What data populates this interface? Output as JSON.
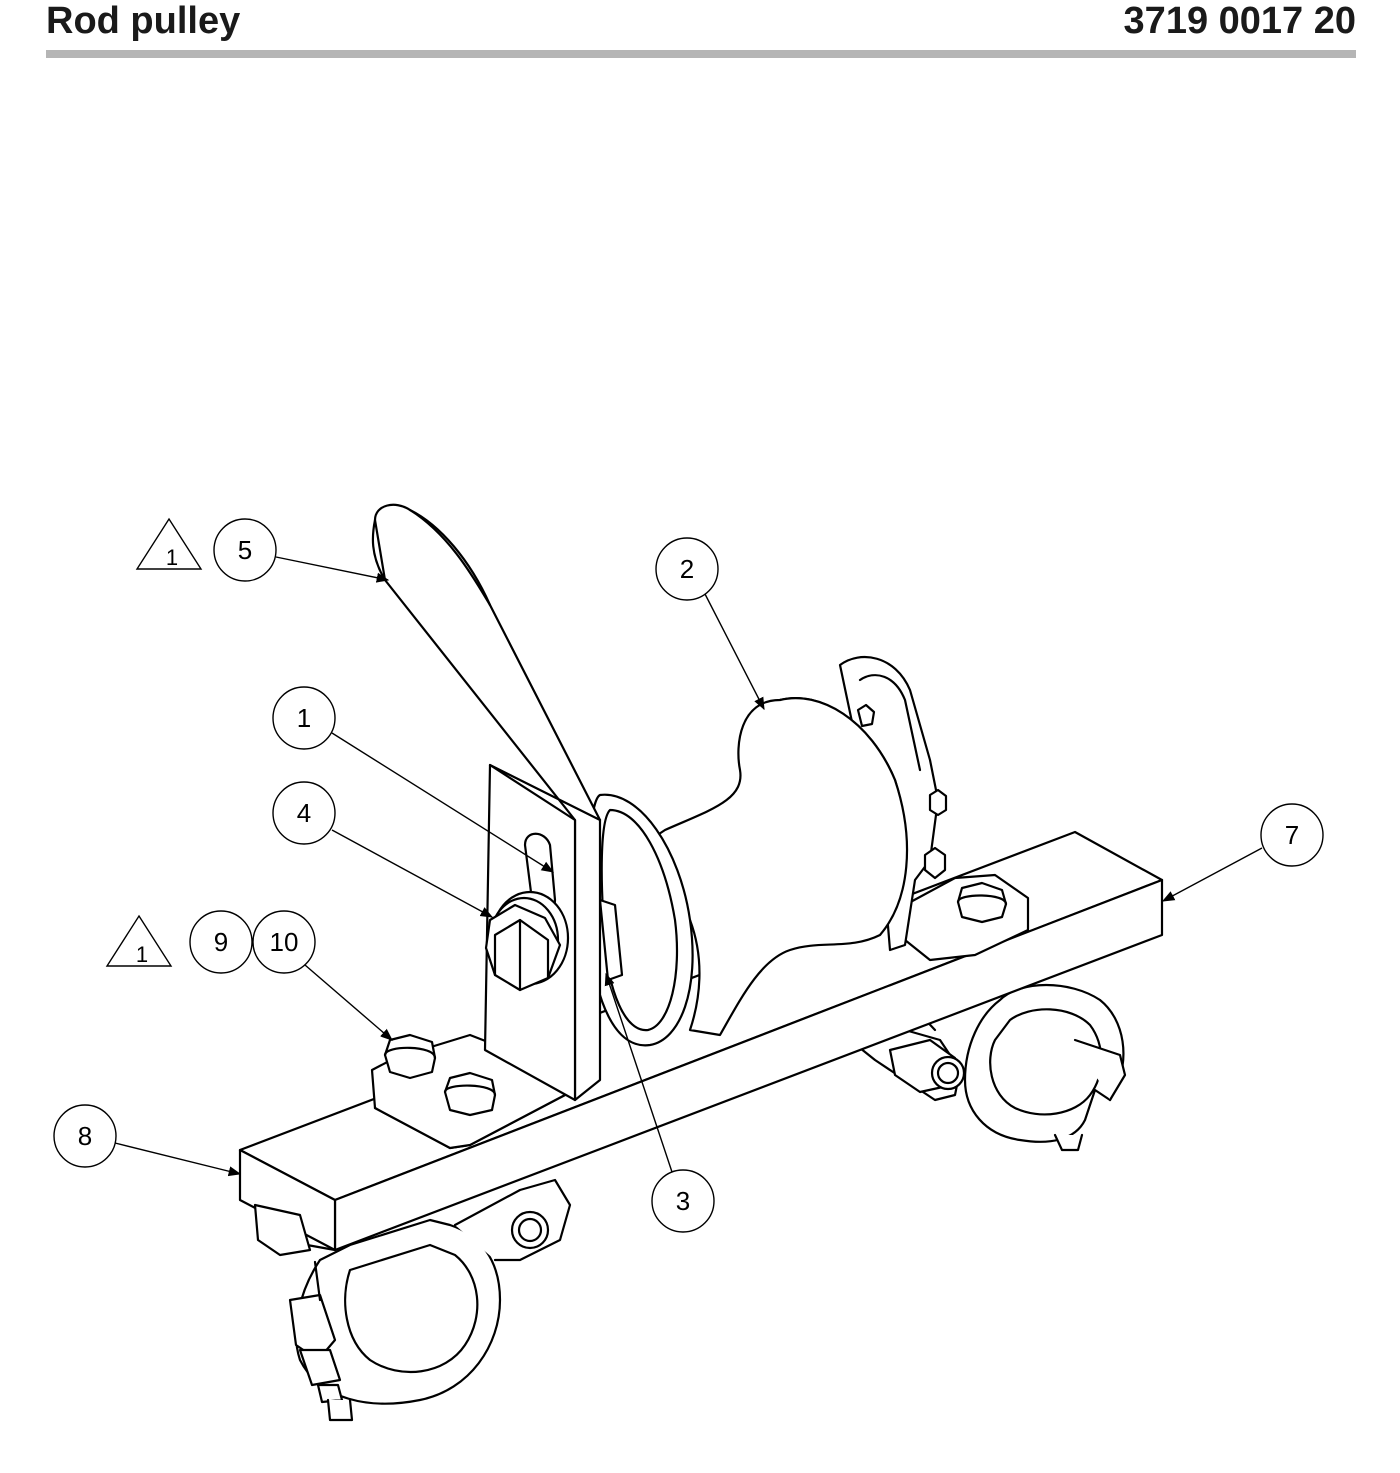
{
  "header": {
    "title": "Rod pulley",
    "part_number": "3719 0017 20"
  },
  "callouts": {
    "c1": "1",
    "c2": "2",
    "c3": "3",
    "c4": "4",
    "c5": "5",
    "c7": "7",
    "c8": "8",
    "c9": "9",
    "c10": "10"
  },
  "warnings": {
    "w1": "1",
    "w2": "1"
  },
  "colors": {
    "rule": "#b5b5b5",
    "line": "#000000"
  }
}
